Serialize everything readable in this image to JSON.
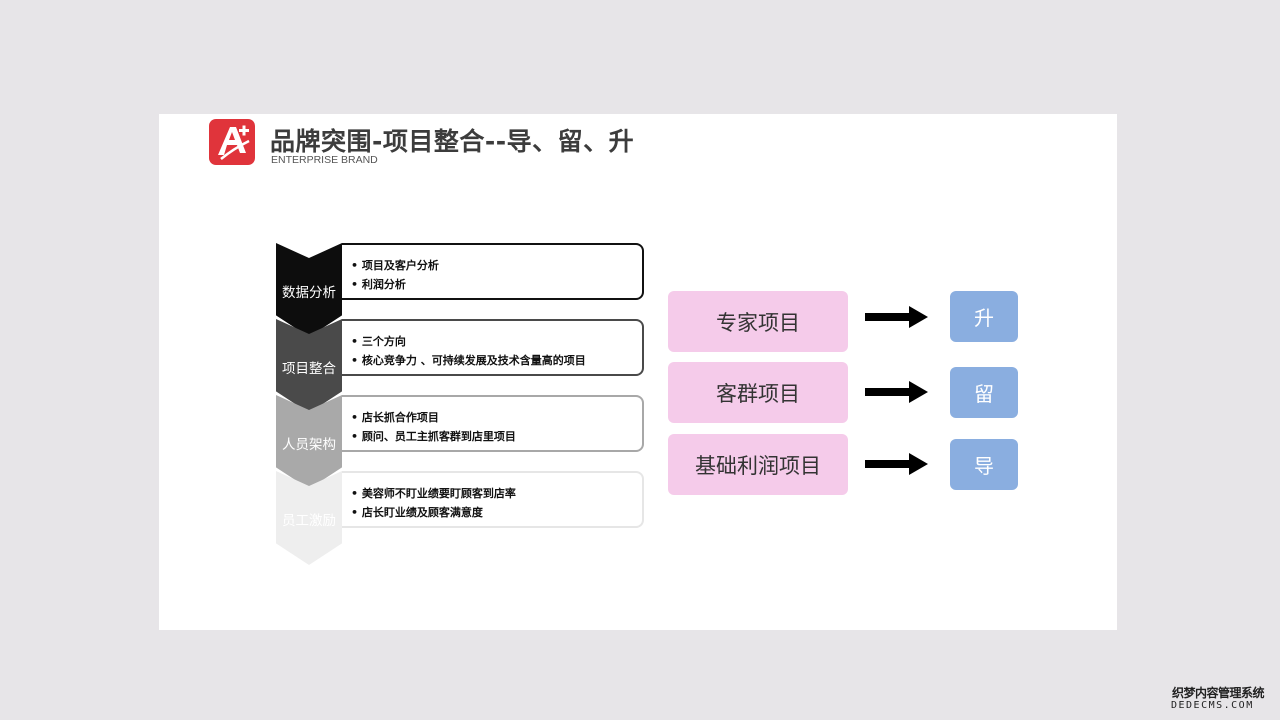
{
  "header": {
    "title": "品牌突围-项目整合--导、留、升",
    "subtitle": "ENTERPRISE BRAND",
    "logo_icon": "a-plus-logo-icon",
    "logo_color": "#e0343b"
  },
  "steps": [
    {
      "label": "数据分析",
      "color": "#0d0d0d",
      "label_color": "#ffffff",
      "border": "#111111",
      "bullets": [
        "• 项目及客户分析",
        "• 利润分析"
      ]
    },
    {
      "label": "项目整合",
      "color": "#4a4a4a",
      "label_color": "#ffffff",
      "border": "#4a4a4a",
      "bullets": [
        "• 三个方向",
        "• 核心竞争力 、可持续发展及技术含量高的项目"
      ]
    },
    {
      "label": "人员架构",
      "color": "#a9a9a9",
      "label_color": "#ffffff",
      "border": "#a8a8a8",
      "bullets": [
        "• 店长抓合作项目",
        "• 顾问、员工主抓客群到店里项目"
      ]
    },
    {
      "label": "员工激励",
      "color": "#eeeeee",
      "label_color": "#ffffff",
      "border": "#e6e6e6",
      "bullets": [
        "• 美容师不盯业绩要盯顾客到店率",
        "• 店长盯业绩及顾客满意度"
      ]
    }
  ],
  "projects": [
    {
      "name": "专家项目",
      "result": "升"
    },
    {
      "name": "客群项目",
      "result": "留"
    },
    {
      "name": "基础利润项目",
      "result": "导"
    }
  ],
  "watermark": {
    "line1": "织梦内容管理系统",
    "line2": "DEDECMS.COM"
  }
}
